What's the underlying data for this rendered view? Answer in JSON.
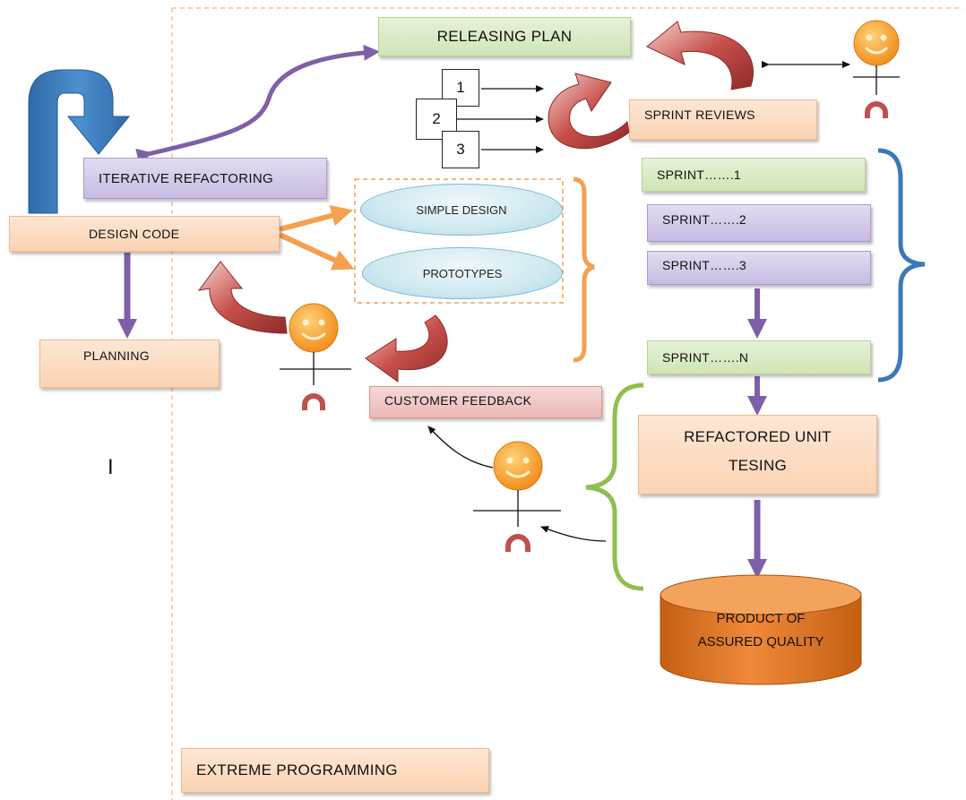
{
  "diagram": {
    "releasing_plan": "RELEASING PLAN",
    "iterative_refactoring": "ITERATIVE  REFACTORING",
    "design_code": "DESIGN CODE",
    "planning": "PLANNING",
    "simple_design": "SIMPLE DESIGN",
    "prototypes": "PROTOTYPES",
    "sprint_reviews": "SPRINT REVIEWS",
    "releases": [
      "1",
      "2",
      "3"
    ],
    "sprints": [
      "SPRINT…….1",
      "SPRINT…….2",
      "SPRINT…….3",
      "SPRINT…….N"
    ],
    "customer_feedback": "CUSTOMER  FEEDBACK",
    "refactored_unit_testing_line1": "REFACTORED UNIT",
    "refactored_unit_testing_line2": "TESING",
    "product_line1": "PRODUCT OF",
    "product_line2": "ASSURED QUALITY",
    "footer_title": "EXTREME PROGRAMMING",
    "stray_mark": "I"
  },
  "colors": {
    "purple_arrow": "#7f5fa8",
    "orange_arrow": "#f4a04f",
    "blue_arrow": "#3a78b8",
    "red_arrow": "#b9423f",
    "green_brace": "#8fbf4f",
    "blue_brace": "#3a78b8",
    "orange_brace": "#f4a04f",
    "dashed_border": "#f0a070",
    "product_cylinder": "#e0731f",
    "smiley_face": "#f6a12b"
  },
  "icons": [
    "smiley-person-icon",
    "curved-arrow-icon",
    "u-turn-arrow-icon"
  ]
}
